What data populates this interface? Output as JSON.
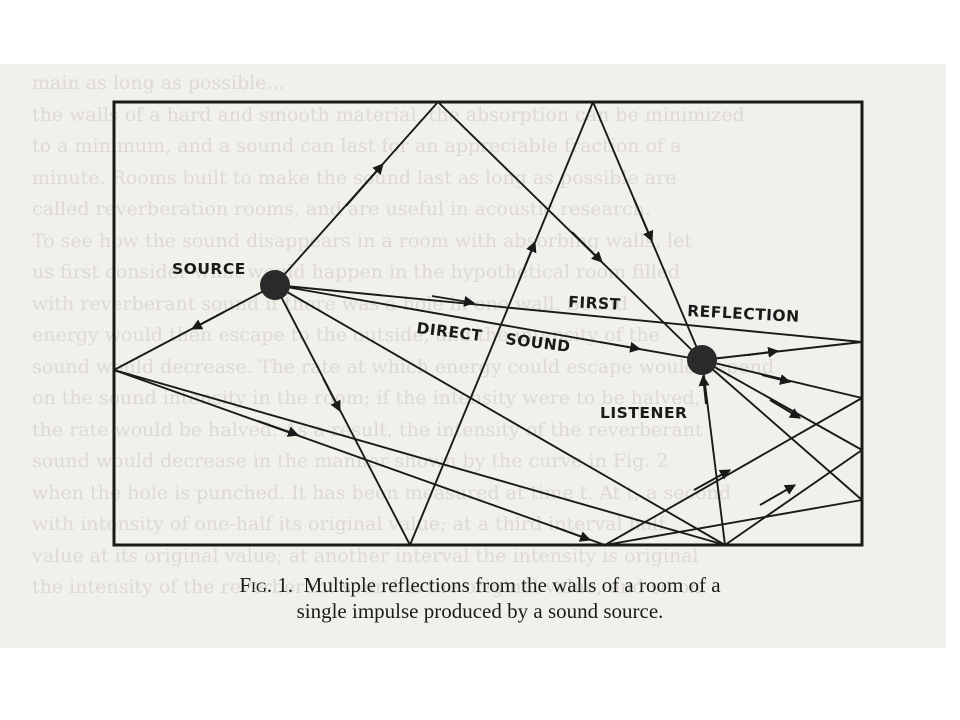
{
  "background_text": [
    "main as long as possible...",
    "the walls of a hard and smooth material, the absorption can be minimized",
    "to a minimum, and a sound can last for an appreciable fraction of a",
    "minute. Rooms built to make the sound last as long as possible are",
    "called reverberation rooms, and are useful in acoustic research.",
    "To see how the sound disappears in a room with absorbing walls, let",
    "us first consider what would happen in the hypothetical room filled",
    "with reverberant sound if there was a hole in one wall. Sound",
    "energy would then escape to the outside, and the intensity of the",
    "sound would decrease. The rate at which energy could escape would depend",
    "on the sound intensity in the room; if the intensity were to be halved,",
    "the rate would be halved. As a result, the intensity of the reverberant",
    "sound would decrease in the manner shown by the curve in Fig. 2",
    "when the hole is punched. It has been measured at time t. At t, a second",
    "with intensity of one-half its original value; at a third interval half",
    "value at its original value; at another interval the intensity is original",
    "the intensity of the reverberant sound is the original value, and so on."
  ],
  "figure": {
    "labels": {
      "source": "SOURCE",
      "first": "FIRST",
      "reflection": "REFLECTION",
      "direct": "DIRECT",
      "sound": "SOUND",
      "listener": "LISTENER"
    }
  },
  "caption": {
    "fig_number": "Fig. 1.",
    "line1": "Multiple reflections from the walls of a room of a",
    "line2": "single impulse produced by a sound source."
  },
  "colors": {
    "ink": "#1a1a1a",
    "paper": "#f1f0ea"
  }
}
